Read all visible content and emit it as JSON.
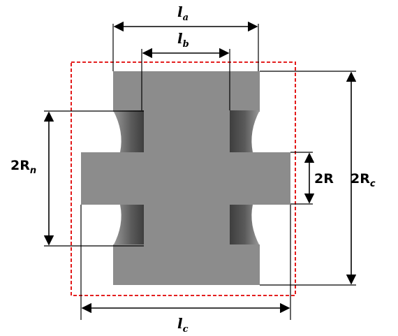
{
  "labels": {
    "la": {
      "main": "l",
      "sub": "a"
    },
    "lb": {
      "main": "l",
      "sub": "b"
    },
    "lc": {
      "main": "l",
      "sub": "c"
    },
    "rn": {
      "main": "2R",
      "sub": "n"
    },
    "rc": {
      "main": "2R",
      "sub": "c"
    },
    "r": {
      "main": "2R"
    }
  },
  "colors": {
    "body": "#8c8c8c",
    "neck_shadow": "#4a4a4a",
    "bounding_box": "#e00000",
    "lines": "#000000"
  }
}
